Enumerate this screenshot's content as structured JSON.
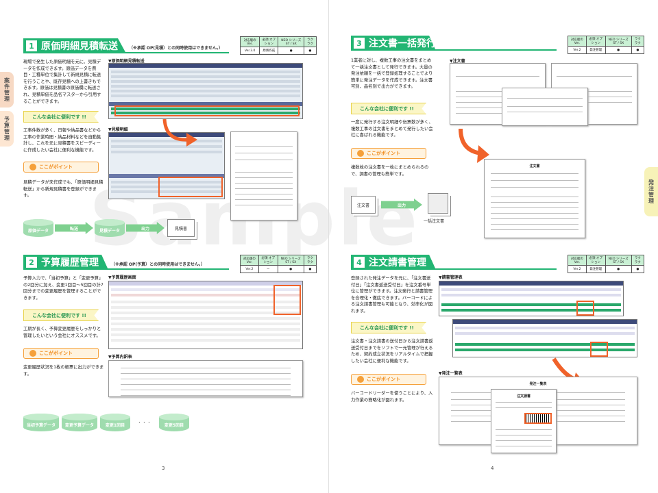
{
  "left": {
    "page_number": "3",
    "side_tabs": [
      "案件管理",
      "予算管理"
    ],
    "sec1": {
      "num": "1",
      "title": "原価明細見積転送",
      "note": "（※承認 OP(見積）との同時使用はできません。）",
      "version_table": {
        "headers": [
          "対応版の Ver.",
          "必須 オプション",
          "NEO シリーズ ST / SX",
          "ラクラク"
        ],
        "values": [
          "Ver.3.0",
          "原価作成",
          "●",
          "●"
        ]
      },
      "body": "現場で発生した原価明細を元に、見積データを作成できます。原価データを費目・工種単位で集計して新規見積に転送を行うことや、既存見積への上書きもできます。原価は見積書の原価欄に転送され、見積単価を品名マスターから引用することができます。",
      "ribbon": "こんな会社に便利です !!",
      "benefit": "工事件数が多く、日報や納品書などから工事の作業時間・納品材料などを自動集計し、これを元に見積書をスピーディーに作成したい会社に便利な機能です。",
      "point_label": "ここがポイント",
      "point": "見積データが未作成でも、「原価明細見積転送」から新規見積書を登録ができます。",
      "shot1_label": "▼原価明細見積転送",
      "shot2_label": "▼見積明細",
      "flow": [
        "原価データ",
        "転送",
        "見積データ",
        "出力",
        "見積書"
      ]
    },
    "sec2": {
      "num": "2",
      "title": "予算履歴管理",
      "note": "（※承認 OP(予算）との同時使用はできません。）",
      "version_table": {
        "headers": [
          "対応版の Ver.",
          "必須 オプション",
          "NEO シリーズ ST / SX",
          "ラクラク"
        ],
        "values": [
          "Ver.2",
          "ー",
          "●",
          "●"
        ]
      },
      "body": "予算入力で、「当初予算」と「変更予算」の2回分に加え、変更1回目～5回目の計7回分までの変更履歴を管理することができます。",
      "ribbon": "こんな会社に便利です !!",
      "benefit": "工期が長く、予算変更履歴をしっかりと管理したいという会社にオススメです。",
      "point_label": "ここがポイント",
      "point": "変更履歴状況を1枚の帳票に出力ができます。",
      "shot1_label": "▼予算履歴画面",
      "shot2_label": "▼予算内訳表",
      "flow": [
        "当初予算データ",
        "変更予算データ",
        "変更1回目",
        "・・・",
        "変更5回目"
      ]
    }
  },
  "right": {
    "page_number": "4",
    "side_tab": "発注管理",
    "sec3": {
      "num": "3",
      "title": "注文書一括発行",
      "version_table": {
        "headers": [
          "対応版の Ver.",
          "必須 オプション",
          "NEO シリーズ ST / SX",
          "ラクラク"
        ],
        "values": [
          "Ver.2",
          "発注管理",
          "●",
          "●"
        ]
      },
      "body": "1業者に対し、複数工事の注文書をまとめて一括注文書として発行できます。大量の発注依頼を一括で登録処理することでより簡単に発注データを作成できます。注文書可別、品名別で出力ができます。",
      "ribbon": "こんな会社に便利です !!",
      "benefit": "一度に発行する注文明細や伝票数が多く、複数工事の注文書をまとめて発行したい会社に喜ばれる機能です。",
      "point_label": "ここがポイント",
      "point": "複数枚の注文書を一枚にまとめられるので、調書の管理も簡単です。",
      "shot1_label": "▼注文書",
      "doc_title": "注文書",
      "flow": [
        "注文書",
        "出力",
        "一括注文書"
      ]
    },
    "sec4": {
      "num": "4",
      "title": "注文請書管理",
      "version_table": {
        "headers": [
          "対応版の Ver.",
          "必須 オプション",
          "NEO シリーズ ST / SX",
          "ラクラク"
        ],
        "values": [
          "Ver.2",
          "発注管理",
          "●",
          "●"
        ]
      },
      "body": "登録された発注データを元に、「注文書送付日」「注文書返送受付日」を注文番号単位に管理ができます。注文発行と請書管理を合理化・徹底できます。バーコードによる注文請書管理も可能となり、効率化が図れます。",
      "ribbon": "こんな会社に便利です !!",
      "benefit": "注文書・注文請書の送付日から注文請書返送受付日までをソフトで一元管理が行えるため、契約成立状況をリアルタイムで把握したい会社に便利な機能です。",
      "point_label": "ここがポイント",
      "point": "バーコードリーダーを使うことにより、入力作業の簡略化が図れます。",
      "shot1_label": "▼請書管理表",
      "shot2_label": "▼発注一覧表",
      "doc_title": "発注一覧表",
      "doc_title2": "注文請書"
    }
  },
  "watermark": "Sample",
  "colors": {
    "accent": "#22b573",
    "orange": "#f0622a"
  }
}
